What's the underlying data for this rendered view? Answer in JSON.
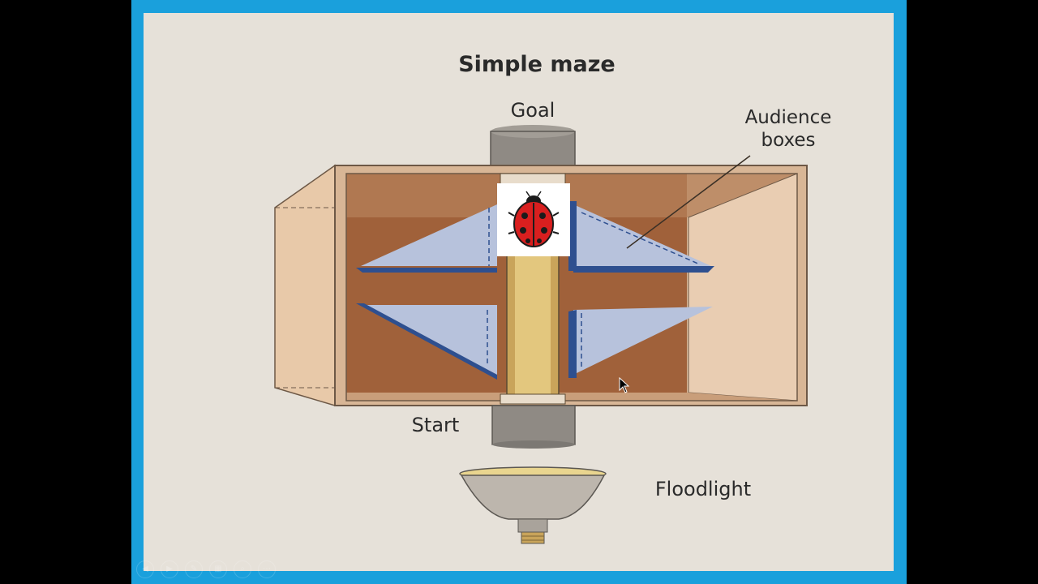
{
  "slide": {
    "title": "Simple maze",
    "labels": {
      "goal": "Goal",
      "audience_line1": "Audience",
      "audience_line2": "boxes",
      "start": "Start",
      "floodlight": "Floodlight"
    }
  },
  "toolbar": {
    "buttons": [
      {
        "icon": "previous-icon",
        "glyph": "◀"
      },
      {
        "icon": "next-icon",
        "glyph": "▶"
      },
      {
        "icon": "pen-icon",
        "glyph": "✎"
      },
      {
        "icon": "slides-icon",
        "glyph": "▦"
      },
      {
        "icon": "zoom-icon",
        "glyph": "⌕"
      },
      {
        "icon": "more-icon",
        "glyph": "⋯"
      }
    ]
  },
  "colors": {
    "frame": "#1aa0dc",
    "page": "#e6e1d9",
    "box_interior": "#a0613a",
    "box_side": "#e8c9a9",
    "mirror_face": "#b7c2dc",
    "mirror_edge": "#2e4f8f",
    "runway": "#e3c77e",
    "tube": "#8f8a84",
    "ladybug": "#d91f1f"
  }
}
